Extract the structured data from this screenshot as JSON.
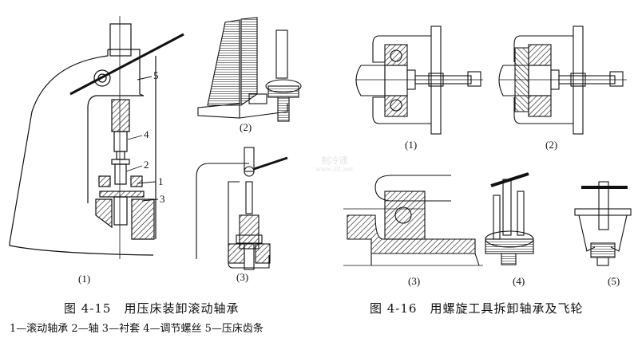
{
  "figure_4_15": {
    "caption": "图 4-15　用压床装卸滚动轴承",
    "legend": "1—滚动轴承  2—轴  3—衬套  4—调节螺丝  5—压床齿条",
    "part_labels": [
      "1",
      "2",
      "3",
      "4",
      "5"
    ],
    "sub_labels": [
      "(1)",
      "(2)",
      "(3)"
    ]
  },
  "figure_4_16": {
    "caption": "图 4-16　用螺旋工具拆卸轴承及飞轮",
    "sub_labels": [
      "(1)",
      "(2)",
      "(3)",
      "(4)",
      "(5)"
    ]
  },
  "watermark": {
    "line1": "制冷通",
    "line2": "www.zlt.net"
  }
}
